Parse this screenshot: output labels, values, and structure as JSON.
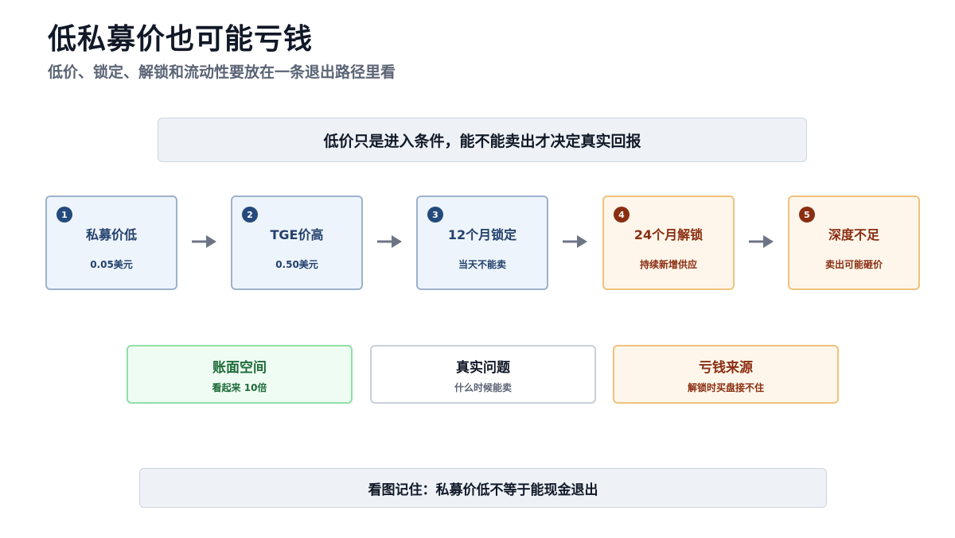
{
  "title": "低私募价也可能亏钱",
  "subtitle": "低价、锁定、解锁和流动性要放在一条退出路径里看",
  "banner": "低价只是进入条件，能不能卖出才决定真实回报",
  "steps": [
    {
      "num": "1",
      "title": "私募价低",
      "desc": "0.05美元"
    },
    {
      "num": "2",
      "title": "TGE价高",
      "desc": "0.50美元"
    },
    {
      "num": "3",
      "title": "12个月锁定",
      "desc": "当天不能卖"
    },
    {
      "num": "4",
      "title": "24个月解锁",
      "desc": "持续新增供应"
    },
    {
      "num": "5",
      "title": "深度不足",
      "desc": "卖出可能砸价"
    }
  ],
  "cards": [
    {
      "title": "账面空间",
      "desc": "看起来 10倍"
    },
    {
      "title": "真实问题",
      "desc": "什么时候能卖"
    },
    {
      "title": "亏钱来源",
      "desc": "解锁时买盘接不住"
    }
  ],
  "footer": "看图记住：私募价低不等于能现金退出",
  "colors": {
    "blue_step_fill": "#eef4fc",
    "blue_step_border": "#9db2cc",
    "blue_badge": "#254a7c",
    "orange_step_fill": "#fef6ea",
    "orange_step_border": "#efc27e",
    "orange_badge": "#8a2e12",
    "green_card_fill": "#effcf3",
    "green_card_border": "#8ee0a6",
    "arrow": "#6b7585",
    "banner_fill": "#eef2f7"
  }
}
